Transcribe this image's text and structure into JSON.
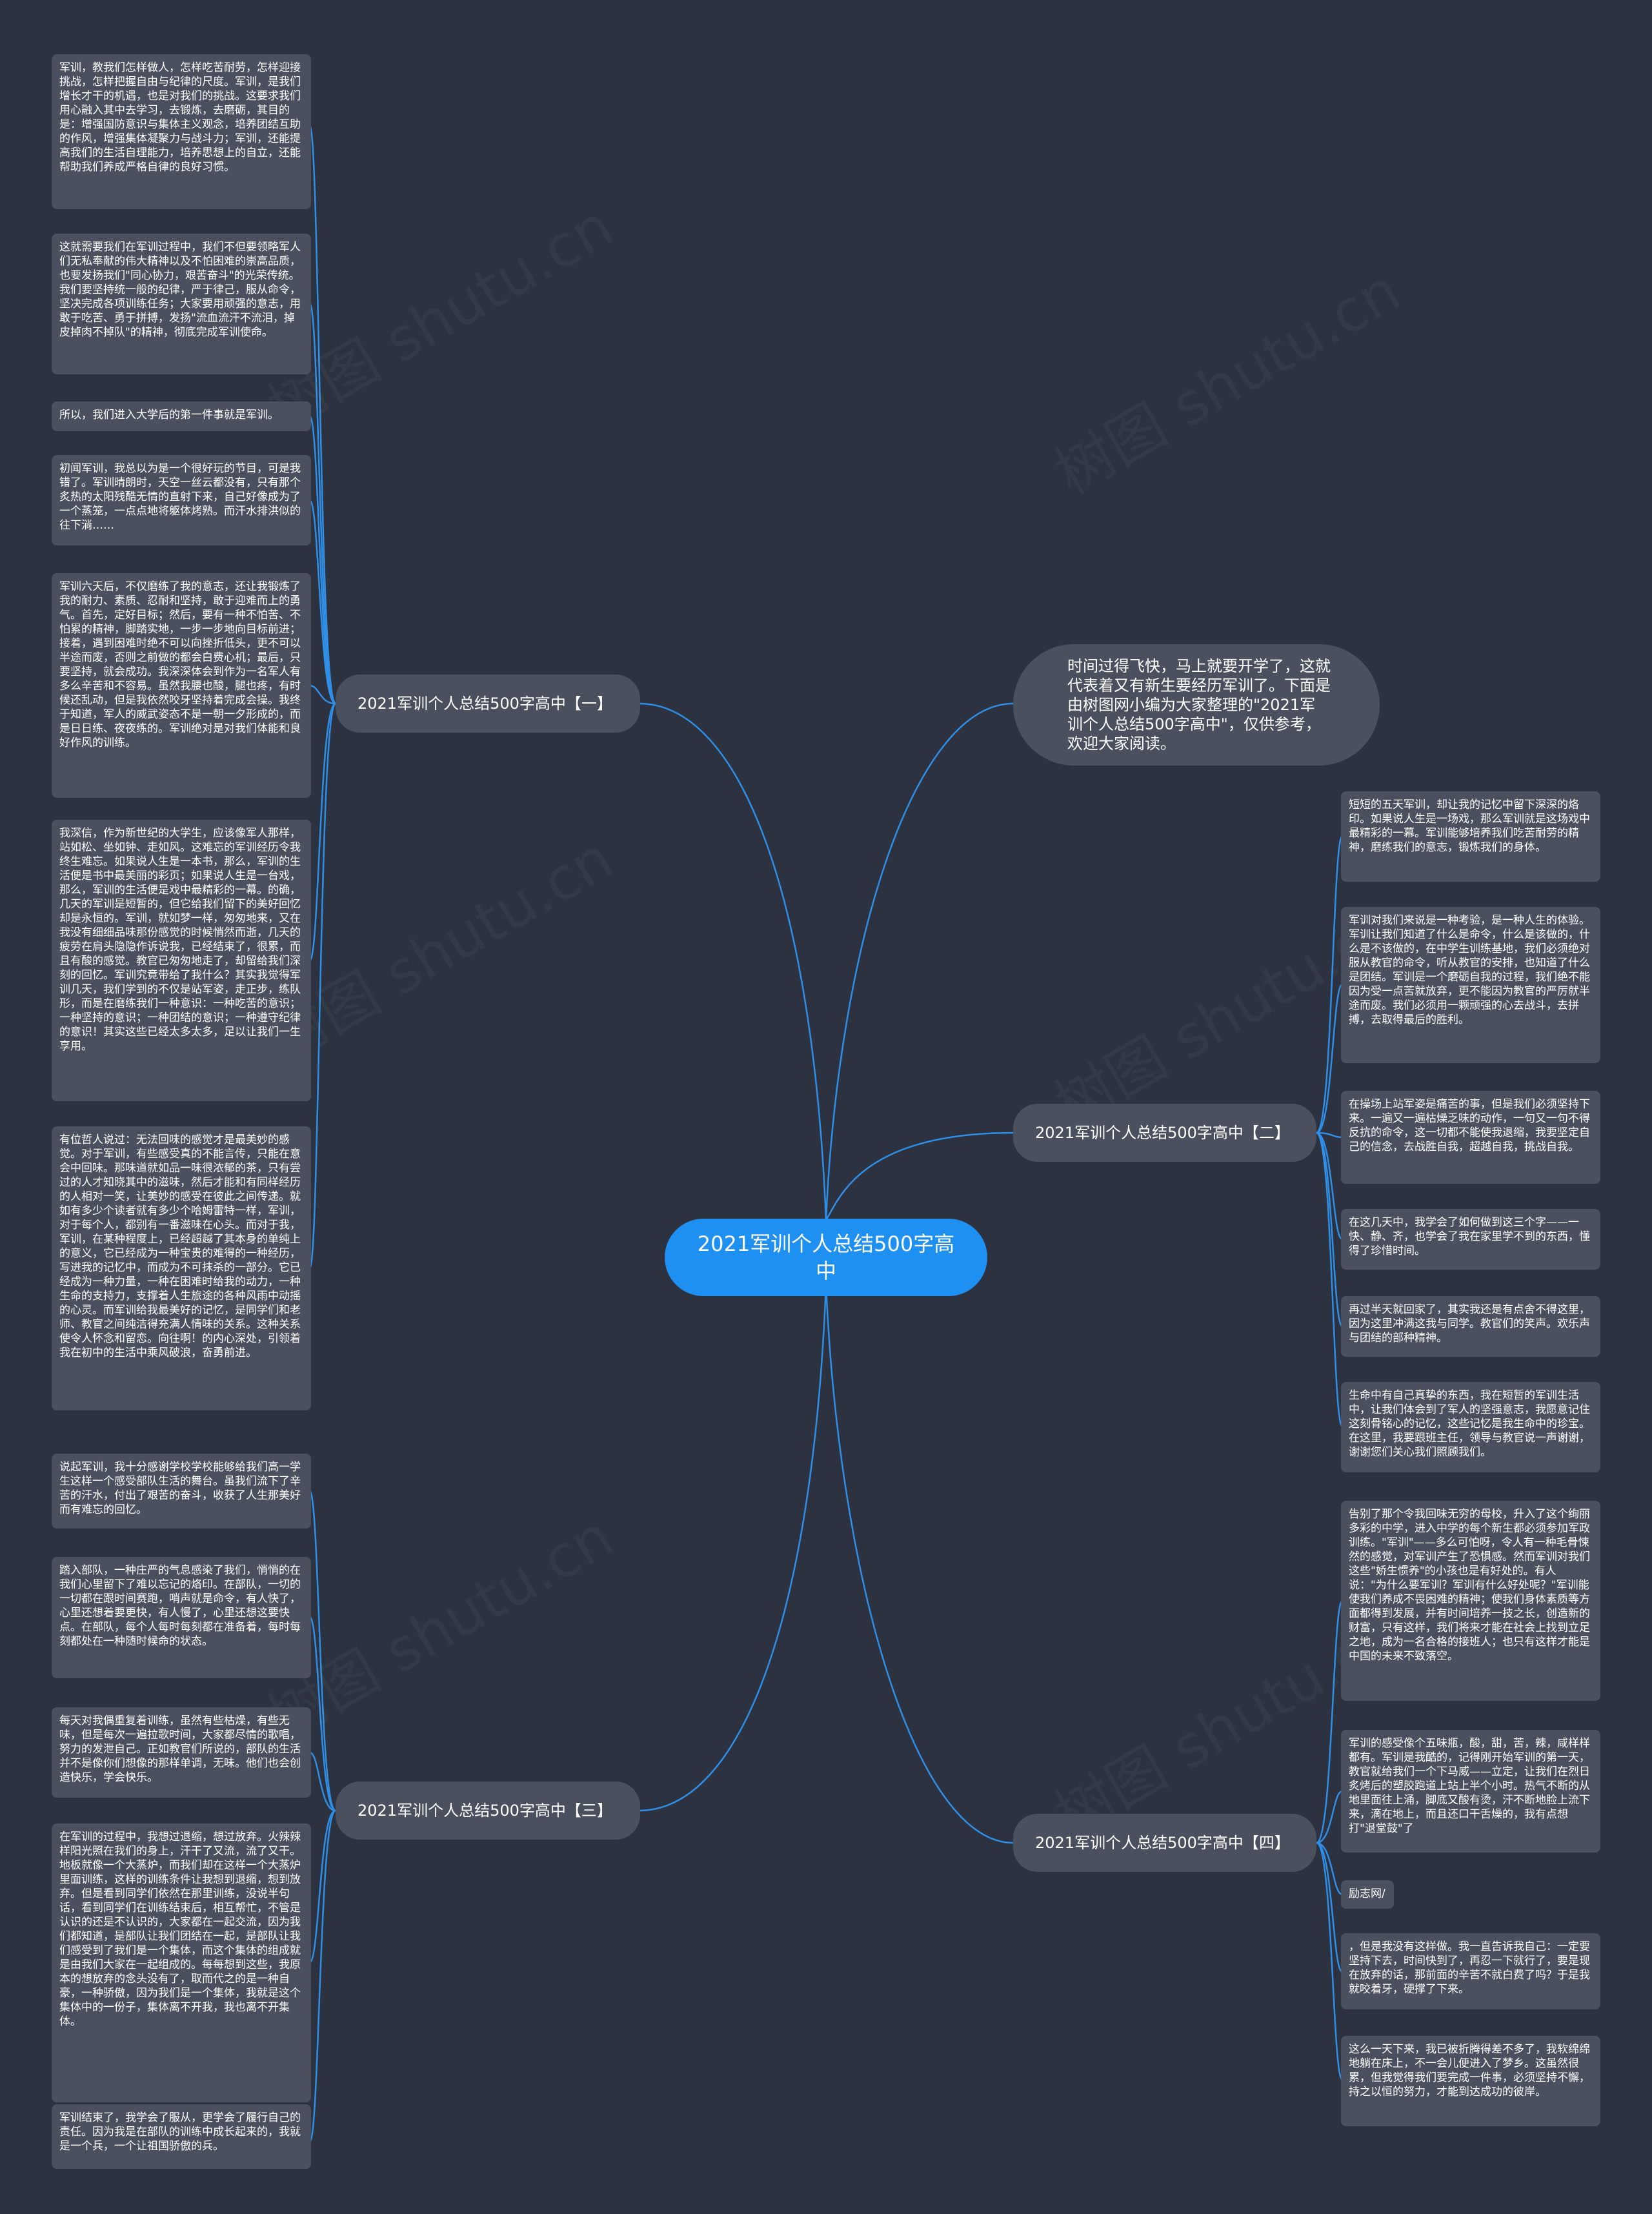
{
  "root": {
    "title": "2021军训个人总结500字高中"
  },
  "intro": "时间过得飞快，马上就要开学了，这就代表着又有新生要经历军训了。下面是由树图网小编为大家整理的\"2021军训个人总结500字高中\"，仅供参考，欢迎大家阅读。",
  "watermark": "树图 shutu.cn",
  "branches": [
    {
      "label": "2021军训个人总结500字高中【一】",
      "leaves": [
        "军训，教我们怎样做人，怎样吃苦耐劳，怎样迎接挑战，怎样把握自由与纪律的尺度。军训，是我们增长才干的机遇，也是对我们的挑战。这要求我们用心融入其中去学习，去锻炼，去磨砺，其目的是：增强国防意识与集体主义观念，培养团结互助的作风，增强集体凝聚力与战斗力；军训，还能提高我们的生活自理能力，培养思想上的自立，还能帮助我们养成严格自律的良好习惯。",
        "这就需要我们在军训过程中，我们不但要领略军人们无私奉献的伟大精神以及不怕困难的崇高品质，也要发扬我们\"同心协力，艰苦奋斗\"的光荣传统。我们要坚持统一般的纪律，严于律己，服从命令，坚决完成各项训练任务；大家要用顽强的意志，用敢于吃苦、勇于拼搏，发扬\"流血流汗不流泪，掉皮掉肉不掉队\"的精神，彻底完成军训使命。",
        "所以，我们进入大学后的第一件事就是军训。",
        "初闻军训，我总以为是一个很好玩的节目，可是我错了。军训晴朗时，天空一丝云都没有，只有那个炙热的太阳残酷无情的直射下来，自己好像成为了一个蒸笼，一点点地将躯体烤熟。而汗水排洪似的往下淌……",
        "军训六天后，不仅磨练了我的意志，还让我锻炼了我的耐力、素质、忍耐和坚持，敢于迎难而上的勇气。首先，定好目标；然后，要有一种不怕苦、不怕累的精神，脚踏实地，一步一步地向目标前进；接着，遇到困难时绝不可以向挫折低头，更不可以半途而废，否则之前做的都会白费心机；最后，只要坚持，就会成功。我深深体会到作为一名军人有多么辛苦和不容易。虽然我腰也酸，腿也疼，有时候还乱动，但是我依然咬牙坚持着完成会操。我终于知道，军人的威武姿态不是一朝一夕形成的，而是日日练、夜夜练的。军训绝对是对我们体能和良好作风的训练。",
        "我深信，作为新世纪的大学生，应该像军人那样，站如松、坐如钟、走如风。这难忘的军训经历令我终生难忘。如果说人生是一本书，那么，军训的生活便是书中最美丽的彩页；如果说人生是一台戏，那么，军训的生活便是戏中最精彩的一幕。的确，几天的军训是短暂的，但它给我们留下的美好回忆却是永恒的。军训，就如梦一样，匆匆地来，又在我没有细细品味那份感觉的时候悄然而逝，几天的疲劳在肩头隐隐作诉说我，已经结束了，很累，而且有酸的感觉。教官已匆匆地走了，却留给我们深刻的回忆。军训究竟带给了我什么？其实我觉得军训几天，我们学到的不仅是站军姿，走正步，练队形，而是在磨练我们一种意识：一种吃苦的意识；一种坚持的意识；一种团结的意识；一种遵守纪律的意识！其实这些已经太多太多，足以让我们一生享用。",
        "有位哲人说过：无法回味的感觉才是最美妙的感觉。对于军训，有些感受真的不能言传，只能在意会中回味。那味道就如品一味很浓郁的茶，只有尝过的人才知晓其中的滋味，然后才能和有同样经历的人相对一笑，让美妙的感受在彼此之间传递。就如有多少个读者就有多少个哈姆雷特一样，军训，对于每个人，都别有一番滋味在心头。而对于我，军训，在某种程度上，已经超越了其本身的单纯上的意义，它已经成为一种宝贵的难得的一种经历，写进我的记忆中，而成为不可抹杀的一部分。它已经成为一种力量，一种在困难时给我的动力，一种生命的支持力，支撑着人生旅途的各种风雨中动摇的心灵。而军训给我最美好的记忆，是同学们和老师、教官之间纯洁得充满人情味的关系。这种关系使令人怀念和留恋。向往啊！的内心深处，引领着我在初中的生活中乘风破浪，奋勇前进。"
      ]
    },
    {
      "label": "2021军训个人总结500字高中【二】",
      "leaves": [
        "短短的五天军训，却让我的记忆中留下深深的烙印。如果说人生是一场戏，那么军训就是这场戏中最精彩的一幕。军训能够培养我们吃苦耐劳的精神，磨练我们的意志，锻炼我们的身体。",
        "军训对我们来说是一种考验，是一种人生的体验。军训让我们知道了什么是命令，什么是该做的，什么是不该做的，在中学生训练基地，我们必须绝对服从教官的命令，听从教官的安排，也知道了什么是团结。军训是一个磨砺自我的过程，我们绝不能因为受一点苦就放弃，更不能因为教官的严厉就半途而废。我们必须用一颗顽强的心去战斗，去拼搏，去取得最后的胜利。",
        "在操场上站军姿是痛苦的事，但是我们必须坚持下来。一遍又一遍枯燥乏味的动作，一句又一句不得反抗的命令，这一切都不能使我退缩，我要坚定自己的信念，去战胜自我，超越自我，挑战自我。",
        "在这几天中，我学会了如何做到这三个字——一快、静、齐，也学会了我在家里学不到的东西，懂得了珍惜时间。",
        "再过半天就回家了，其实我还是有点舍不得这里，因为这里冲满这我与同学。教官们的笑声。欢乐声与团结的部种精神。",
        "生命中有自己真挚的东西，我在短暂的军训生活中，让我们体会到了军人的坚强意志，我愿意记住这刻骨铭心的记忆，这些记忆是我生命中的珍宝。在这里，我要跟班主任，领导与教官说一声谢谢，谢谢您们关心我们照顾我们。"
      ]
    },
    {
      "label": "2021军训个人总结500字高中【三】",
      "leaves": [
        "说起军训，我十分感谢学校学校能够给我们高一学生这样一个感受部队生活的舞台。虽我们流下了辛苦的汗水，付出了艰苦的奋斗，收获了人生那美好而有难忘的回忆。",
        "踏入部队，一种庄严的气息感染了我们，悄悄的在我们心里留下了难以忘记的烙印。在部队，一切的一切都在跟时间赛跑，哨声就是命令，有人快了，心里还想着要更快，有人慢了，心里还想这要快点。在部队，每个人每时每刻都在准备着，每时每刻都处在一种随时候命的状态。",
        "每天对我偶重复着训练，虽然有些枯燥，有些无味，但是每次一遍拉歌时间，大家都尽情的歌唱，努力的发泄自己。正如教官们所说的，部队的生活并不是像你们想像的那样单调，无味。他们也会创造快乐，学会快乐。",
        "在军训的过程中，我想过退缩，想过放弃。火辣辣样阳光照在我们的身上，汗干了又流，流了又干。地板就像一个大蒸炉，而我们却在这样一个大蒸炉里面训练，这样的训练条件让我想到退缩，想到放弃。但是看到同学们依然在那里训练，没说半句话，看到同学们在训练结束后，相互帮忙，不管是认识的还是不认识的，大家都在一起交流，因为我们都知道，是部队让我们团结在一起，是部队让我们感受到了我们是一个集体，而这个集体的组成就是由我们大家在一起组成的。每每想到这些，我原本的想放弃的念头没有了，取而代之的是一种自豪，一种骄傲，因为我们是一个集体，我就是这个集体中的一份子，集体离不开我，我也离不开集体。",
        "军训结束了，我学会了服从，更学会了履行自己的责任。因为我是在部队的训练中成长起来的，我就是一个兵，一个让祖国骄傲的兵。"
      ]
    },
    {
      "label": "2021军训个人总结500字高中【四】",
      "leaves": [
        "告别了那个令我回味无穷的母校，升入了这个绚丽多彩的中学，进入中学的每个新生都必须参加军政训练。\"军训\"——多么可怕呀，令人有一种毛骨悚然的感觉，对军训产生了恐惧感。然而军训对我们这些\"娇生惯养\"的小孩也是有好处的。有人说：\"为什么要军训？军训有什么好处呢？\"军训能使我们养成不畏困难的精神；使我们身体素质等方面都得到发展，并有时间培养一技之长，创造新的财富，只有这样，我们将来才能在社会上找到立足之地，成为一名合格的接班人；也只有这样才能是中国的未来不致落空。",
        "军训的感受像个五味瓶，酸，甜，苦，辣，咸样样都有。军训是我酷的，记得刚开始军训的第一天，教官就给我们一个下马威——立定，让我们在烈日炙烤后的塑胶跑道上站上半个小时。热气不断的从地里面往上涌，脚底又酸有烫，汗不断地脸上流下来，滴在地上，而且还口干舌燥的，我有点想打\"退堂鼓\"了",
        "励志网/",
        "，但是我没有这样做。我一直告诉我自己：一定要坚持下去，时间快到了，再忍一下就行了，要是现在放弃的话，那前面的辛苦不就白费了吗？于是我就咬着牙，硬撑了下来。",
        "这么一天下来，我已被折腾得差不多了，我软绵绵地躺在床上，不一会儿便进入了梦乡。这虽然很累，但我觉得我们要完成一件事，必须坚持不懈，持之以恒的努力，才能到达成功的彼岸。"
      ]
    }
  ]
}
